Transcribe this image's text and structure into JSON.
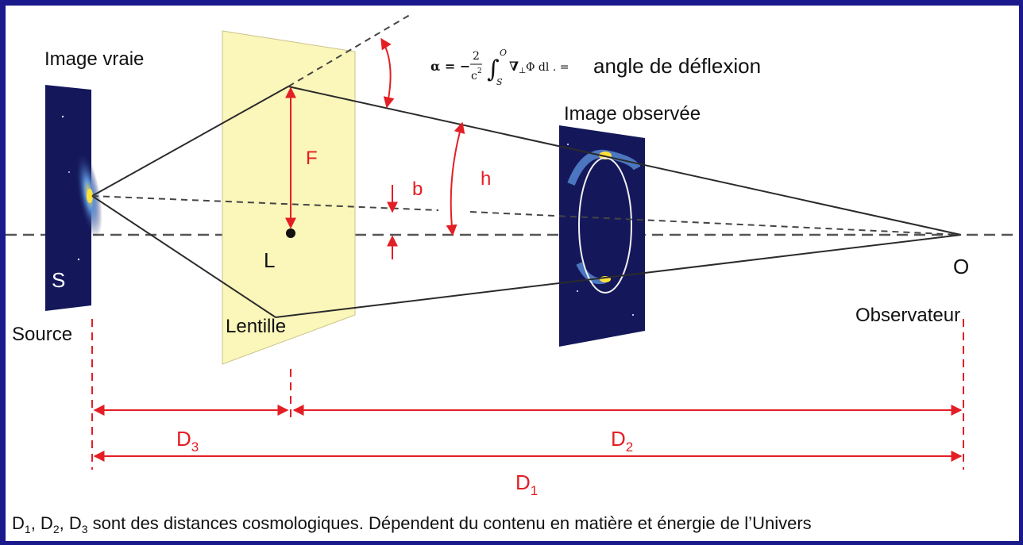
{
  "labels": {
    "true_image": "Image vraie",
    "observed_image": "Image observée",
    "deflection_text": "angle de déflexion",
    "source_letter": "S",
    "lens_letter": "L",
    "observer_letter": "O",
    "source": "Source",
    "lens": "Lentille",
    "observer": "Observateur",
    "F": "F",
    "b": "b",
    "h": "h"
  },
  "formula": {
    "alpha": "α = −",
    "frac_num": "2",
    "frac_den": "c",
    "frac_den_sup": "2",
    "int_upper": "O",
    "int_lower": "S",
    "integrand": "∇",
    "perp": "⊥",
    "integrand_rest": "Φ dl . ="
  },
  "distances": {
    "d3": {
      "main": "D",
      "sub": "3"
    },
    "d2": {
      "main": "D",
      "sub": "2"
    },
    "d1": {
      "main": "D",
      "sub": "1"
    }
  },
  "caption": {
    "d1": "D",
    "s1": "1",
    "sep1": ", ",
    "d2": "D",
    "s2": "2",
    "sep2": ", ",
    "d3": "D",
    "s3": "3",
    "text": " sont des distances cosmologiques. Dépendent du contenu en matière et énergie de l’Univers"
  },
  "colors": {
    "frame": "#1a1a8c",
    "annotation_red": "#e31e24",
    "lens_plane": "#fbf6ba",
    "galaxy_panel": "#14185a"
  }
}
